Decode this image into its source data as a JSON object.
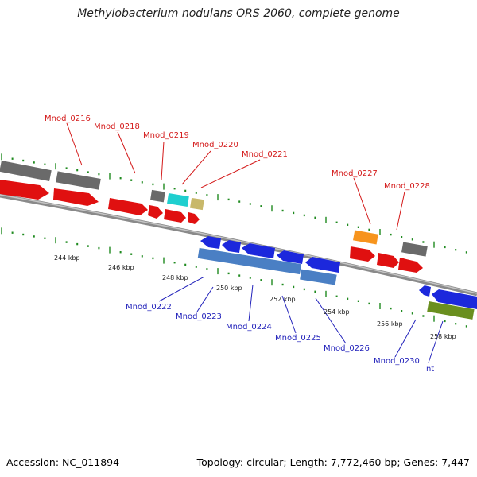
{
  "title": "Methylobacterium nodulans ORS 2060, complete genome",
  "footer": {
    "accession": "Accession: NC_011894",
    "topology": "Topology: circular; Length: 7,772,460 bp; Genes: 7,447"
  },
  "colors": {
    "top_label": "#d41a1a",
    "bottom_label": "#2222bb",
    "ruler_tick": "#1f8a1f",
    "backbone": "#8a8a8a"
  },
  "ruler_labels": [
    "244 kbp",
    "246 kbp",
    "248 kbp",
    "250 kbp",
    "252 kbp",
    "254 kbp",
    "256 kbp",
    "258 kbp"
  ],
  "top_gene_labels": [
    "Mnod_0216",
    "Mnod_0218",
    "Mnod_0219",
    "Mnod_0220",
    "Mnod_0221",
    "Mnod_0227",
    "Mnod_0228"
  ],
  "bottom_gene_labels": [
    "Mnod_0222",
    "Mnod_0223",
    "Mnod_0224",
    "Mnod_0225",
    "Mnod_0226",
    "Mnod_0230",
    "Int"
  ]
}
